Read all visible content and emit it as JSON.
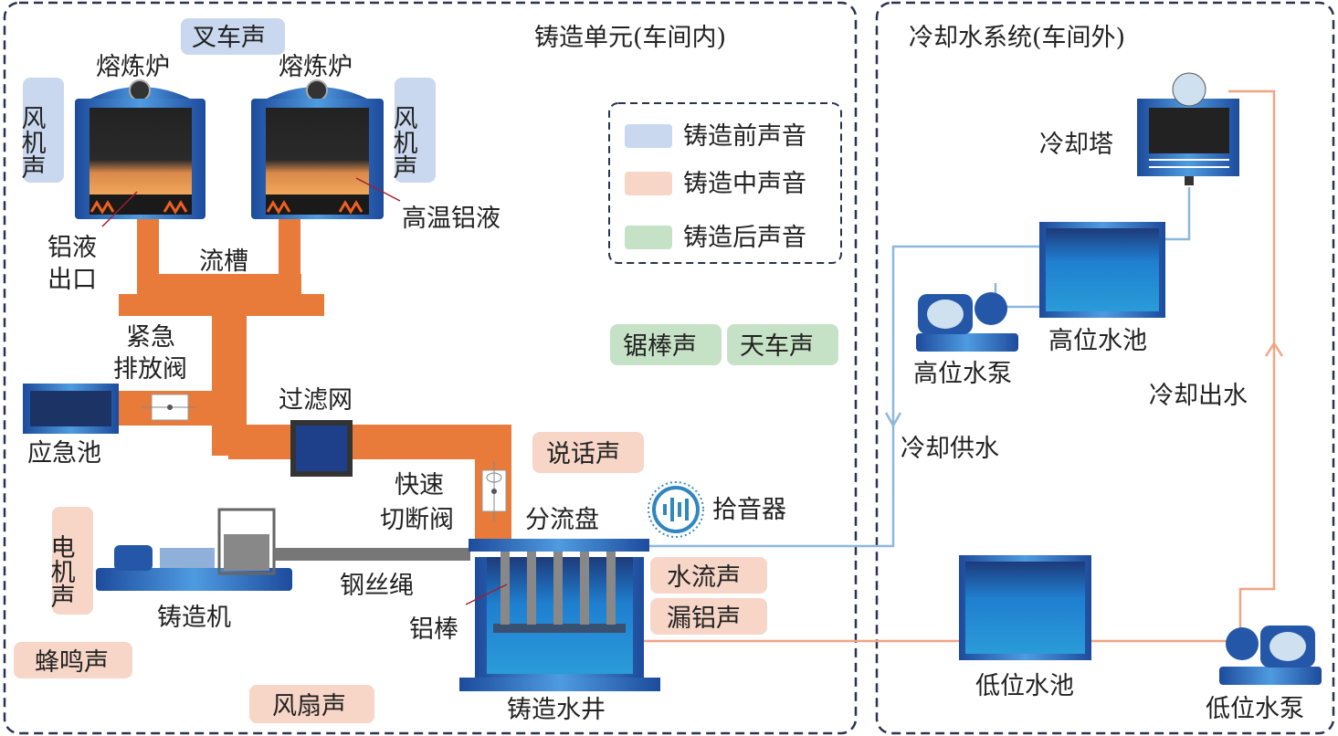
{
  "sections": {
    "casting_unit": "铸造单元(车间内)",
    "cooling_system": "冷却水系统(车间外)"
  },
  "legend": [
    {
      "label": "铸造前声音",
      "color": "#c9d8ee"
    },
    {
      "label": "铸造中声音",
      "color": "#f7d6c7"
    },
    {
      "label": "铸造后声音",
      "color": "#c6e2c6"
    }
  ],
  "sounds": {
    "forklift": "叉车声",
    "fan_left": "风机声",
    "fan_right": "风机声",
    "sawing": "锯棒声",
    "crane": "天车声",
    "talking": "说话声",
    "motor": "电机声",
    "buzzer": "蜂鸣声",
    "fan": "风扇声",
    "water_flow": "水流声",
    "aluminum_leak": "漏铝声"
  },
  "components": {
    "furnace_left": "熔炼炉",
    "furnace_right": "熔炼炉",
    "molten_aluminum": "高温铝液",
    "outlet_line1": "铝液",
    "outlet_line2": "出口",
    "launder": "流槽",
    "emergency_valve_line1": "紧急",
    "emergency_valve_line2": "排放阀",
    "emergency_pool": "应急池",
    "filter": "过滤网",
    "quick_valve_line1": "快速",
    "quick_valve_line2": "切断阀",
    "distributor": "分流盘",
    "microphone": "拾音器",
    "casting_machine": "铸造机",
    "wire_rope": "钢丝绳",
    "aluminum_rod": "铝棒",
    "casting_well": "铸造水井",
    "cooling_tower": "冷却塔",
    "high_pool": "高位水池",
    "high_pump": "高位水泵",
    "cooling_supply": "冷却供水",
    "cooling_return": "冷却出水",
    "low_pool": "低位水池",
    "low_pump": "低位水泵"
  },
  "colors": {
    "molten": "#e87a3a",
    "equipment_blue": "#2457a8",
    "supply_line": "#8db8dc",
    "return_line": "#f0a583",
    "border": "#2b3352"
  }
}
